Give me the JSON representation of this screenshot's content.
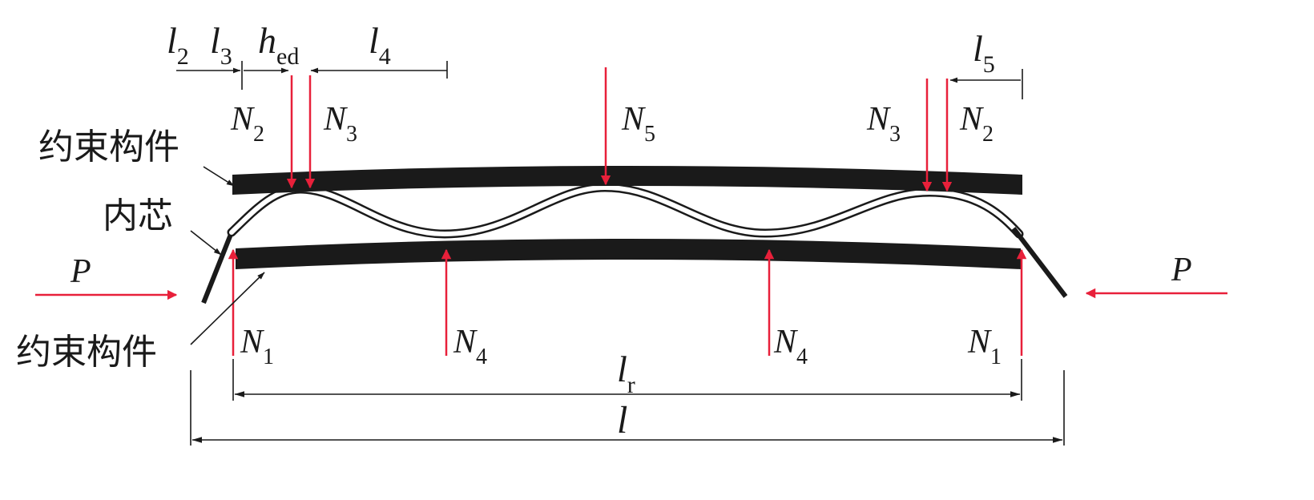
{
  "colors": {
    "member": "#1a1a1a",
    "force": "#e8203a",
    "core_stroke": "#1a1a1a",
    "core_fill": "#ffffff"
  },
  "labels": {
    "upper_member": "约束构件",
    "core": "内芯",
    "lower_member": "约束构件"
  },
  "loads": {
    "P_left": {
      "base": "P",
      "sub": ""
    },
    "P_right": {
      "base": "P",
      "sub": ""
    }
  },
  "forces": [
    {
      "id": "N2-left",
      "base": "N",
      "sub": "2"
    },
    {
      "id": "N3-left",
      "base": "N",
      "sub": "3"
    },
    {
      "id": "N5",
      "base": "N",
      "sub": "5"
    },
    {
      "id": "N3-right",
      "base": "N",
      "sub": "3"
    },
    {
      "id": "N2-right",
      "base": "N",
      "sub": "2"
    },
    {
      "id": "N1-left",
      "base": "N",
      "sub": "1"
    },
    {
      "id": "N4-left",
      "base": "N",
      "sub": "4"
    },
    {
      "id": "N4-right",
      "base": "N",
      "sub": "4"
    },
    {
      "id": "N1-right",
      "base": "N",
      "sub": "1"
    }
  ],
  "dimensions": {
    "l2": {
      "base": "l",
      "sub": "2"
    },
    "l3": {
      "base": "l",
      "sub": "3"
    },
    "hed": {
      "base": "h",
      "sub": "ed"
    },
    "l4": {
      "base": "l",
      "sub": "4"
    },
    "l5": {
      "base": "l",
      "sub": "5"
    },
    "lr": {
      "base": "l",
      "sub": "r"
    },
    "l": {
      "base": "l",
      "sub": ""
    }
  }
}
